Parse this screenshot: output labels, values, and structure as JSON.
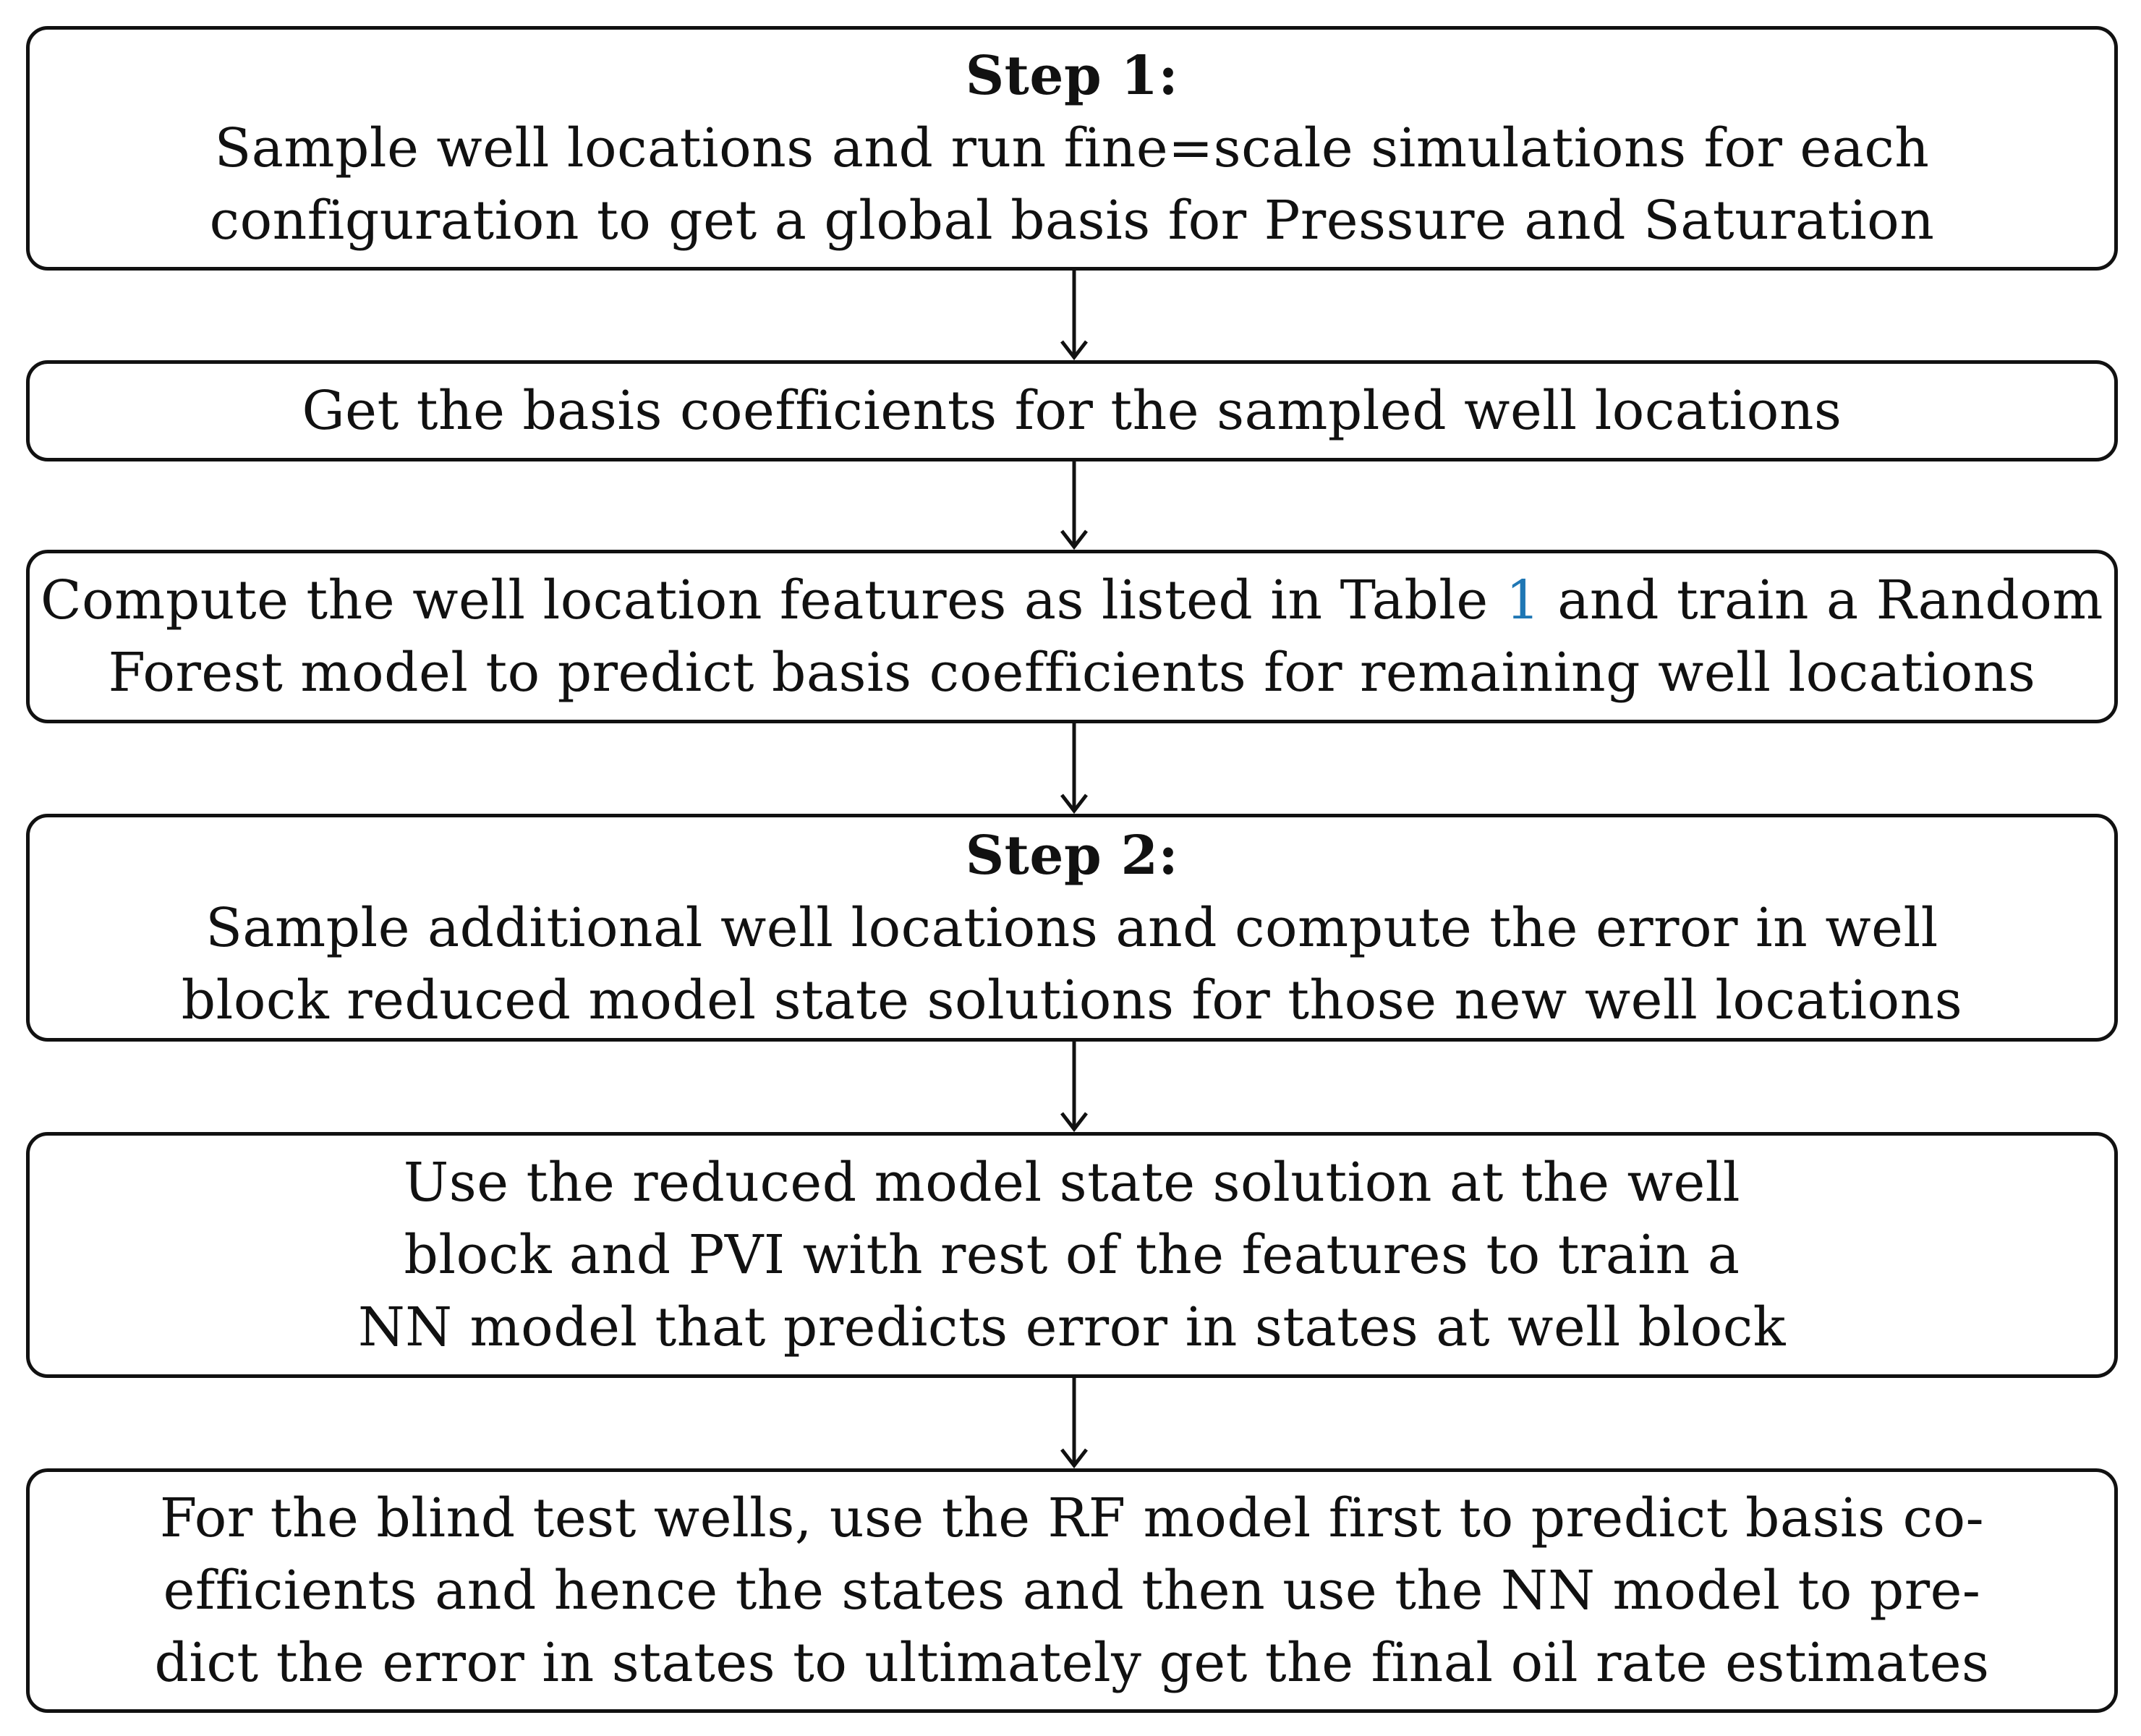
{
  "boxes": [
    {
      "title": "Step 1:",
      "lines": [
        "Sample well locations and run fine=scale simulations for each",
        "configuration to get a global basis for Pressure and Saturation"
      ]
    },
    {
      "lines": [
        "Get the basis coefficients for the sampled well locations"
      ]
    },
    {
      "line1_before": "Compute the well location features as listed in Table ",
      "line1_ref": "1",
      "line1_after": " and train a Random",
      "lines": [
        "Forest model to predict basis coefficients for remaining well locations"
      ]
    },
    {
      "title": "Step 2:",
      "lines": [
        "Sample additional well locations and compute the error in well",
        "block reduced model state solutions for those new well locations"
      ]
    },
    {
      "lines": [
        "Use the reduced model state solution at the well",
        "block and PVI with rest of the features to train a",
        "NN model that predicts error in states at well block"
      ]
    },
    {
      "lines": [
        "For the blind test wells, use the RF model first to predict basis co-",
        "efficients and hence the states and then use the NN model to pre-",
        "dict the error in states to ultimately get the final oil rate estimates"
      ]
    }
  ],
  "colors": {
    "border": "#111111",
    "reference_link": "#1f77b4"
  }
}
